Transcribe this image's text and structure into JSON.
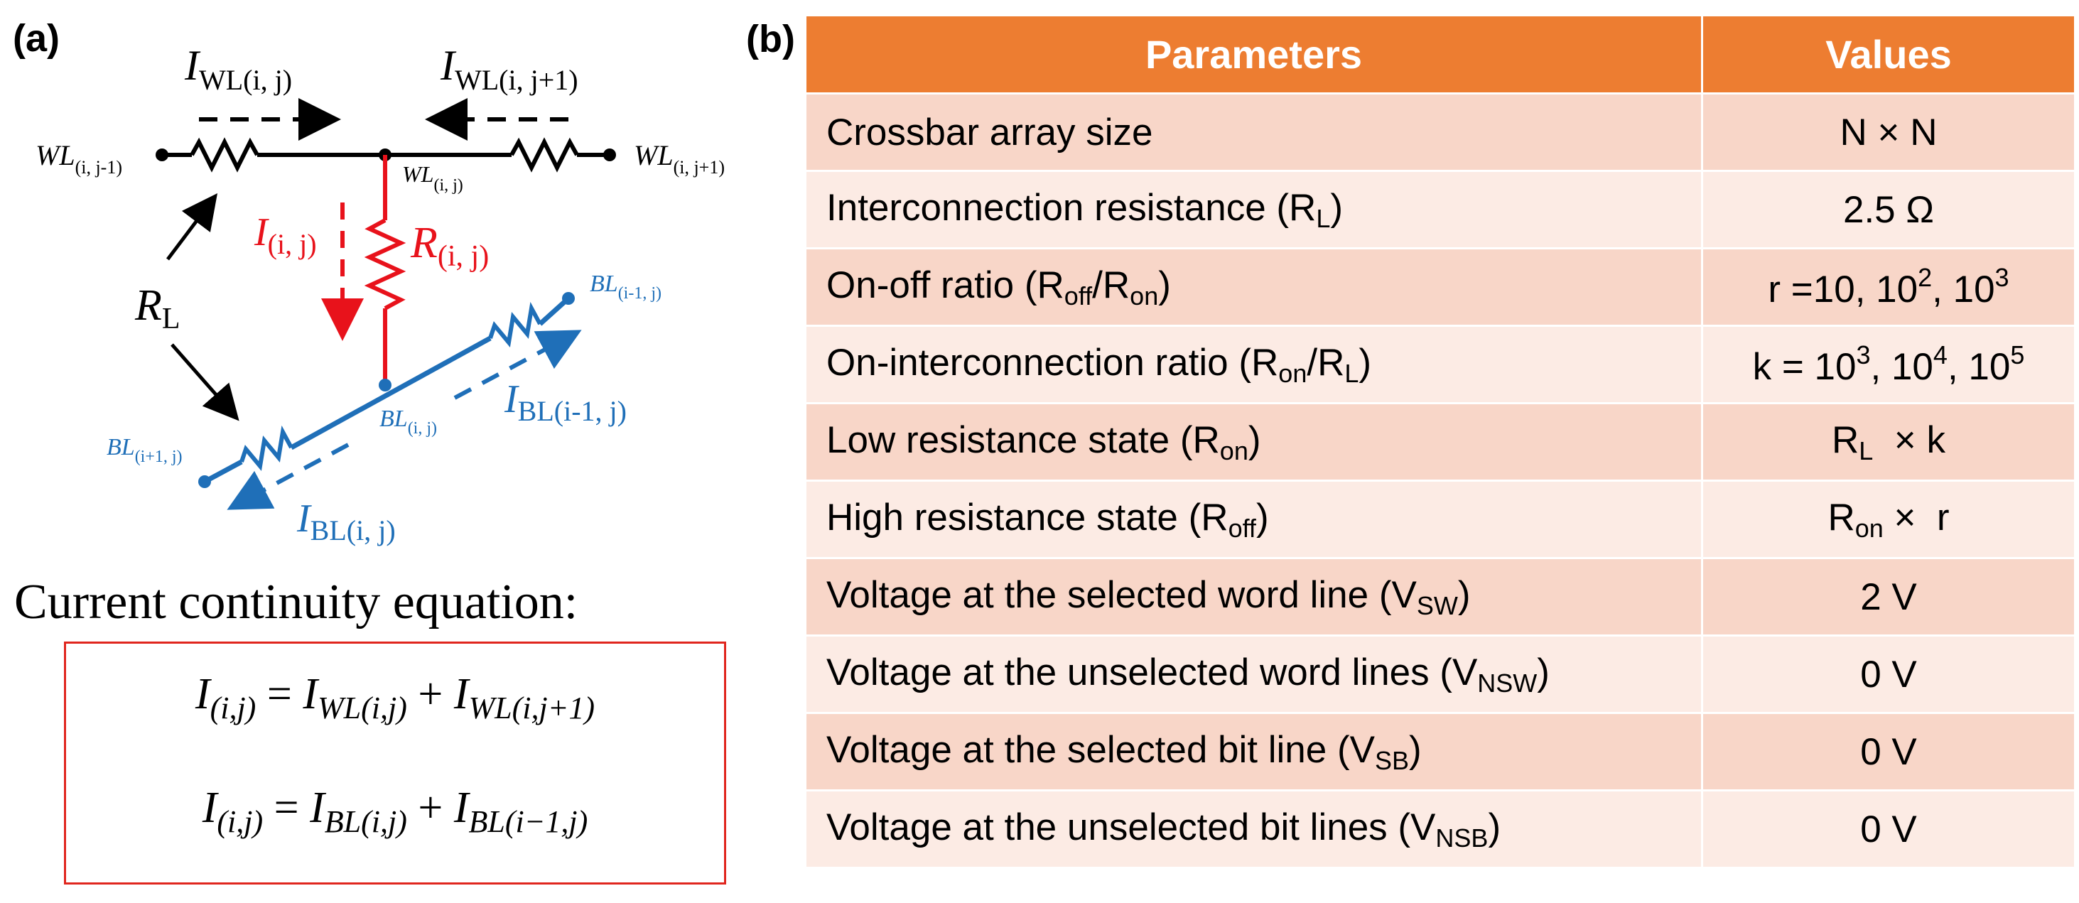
{
  "panel_a": {
    "label": "(a)",
    "labels": {
      "i_wl_ij": "I",
      "i_wl_ij_sub": "WL(i, j)",
      "i_wl_ij1": "I",
      "i_wl_ij1_sub": "WL(i, j+1)",
      "wl_left": "WL",
      "wl_left_sub": "(i, j-1)",
      "wl_right": "WL",
      "wl_right_sub": "(i, j+1)",
      "wl_node": "WL",
      "wl_node_sub": "(i, j)",
      "i_cell": "I",
      "i_cell_sub": "(i, j)",
      "r_cell": "R",
      "r_cell_sub": "(i, j)",
      "rl": "R",
      "rl_sub": "L",
      "bl_top": "BL",
      "bl_top_sub": "(i-1, j)",
      "bl_node": "BL",
      "bl_node_sub": "(i, j)",
      "bl_bottom": "BL",
      "bl_bottom_sub": "(i+1, j)",
      "i_bl_i1": "I",
      "i_bl_i1_sub": "BL(i-1, j)",
      "i_bl": "I",
      "i_bl_sub": "BL(i, j)"
    },
    "continuity_title": "Current continuity equation:",
    "equation_1": {
      "lhs": "I",
      "lhs_sub": "(i,j)",
      "eq": "=",
      "t1": "I",
      "t1_sub": "WL(i,j)",
      "plus": "+",
      "t2": "I",
      "t2_sub": "WL(i,j+1)"
    },
    "equation_2": {
      "lhs": "I",
      "lhs_sub": "(i,j)",
      "eq": "=",
      "t1": "I",
      "t1_sub": "BL(i,j)",
      "plus": "+",
      "t2": "I",
      "t2_sub": "BL(i−1,j)"
    },
    "colors": {
      "wordline": "#000000",
      "cell": "#e8121b",
      "bitline": "#1f6fb8",
      "box": "#e0261e"
    }
  },
  "panel_b": {
    "label": "(b)",
    "header": {
      "parameters": "Parameters",
      "values": "Values"
    },
    "rows": [
      {
        "p": "Crossbar array size",
        "v": "N × N"
      },
      {
        "p": "Interconnection resistance (R",
        "p_sub": "L",
        "p_end": ")",
        "v": "2.5 Ω"
      },
      {
        "p": "On-off ratio (R",
        "p_sub": "off",
        "p_mid": "/R",
        "p_sub2": "on",
        "p_end": ")",
        "v": "r =10, 10",
        "v_sup": "2",
        "v_mid": ", 10",
        "v_sup2": "3"
      },
      {
        "p": "On-interconnection ratio (R",
        "p_sub": "on",
        "p_mid": "/R",
        "p_sub2": "L",
        "p_end": ")",
        "v": "k = 10",
        "v_sup": "3",
        "v_mid": ", 10",
        "v_sup2": "4",
        "v_mid2": ", 10",
        "v_sup3": "5"
      },
      {
        "p": "Low resistance state (R",
        "p_sub": "on",
        "p_end": ")",
        "v": "R",
        "v_sub": "L",
        "v_end": "  × k"
      },
      {
        "p": "High resistance state (R",
        "p_sub": "off",
        "p_end": ")",
        "v": "R",
        "v_sub": "on",
        "v_end": " ×  r"
      },
      {
        "p": "Voltage at the selected word line (V",
        "p_sub": "SW",
        "p_end": ")",
        "v": "2 V"
      },
      {
        "p": "Voltage at the unselected word lines (V",
        "p_sub": "NSW",
        "p_end": ")",
        "v": "0 V"
      },
      {
        "p": "Voltage at the selected bit line (V",
        "p_sub": "SB",
        "p_end": ")",
        "v": "0 V"
      },
      {
        "p": "Voltage at the unselected bit lines (V",
        "p_sub": "NSB",
        "p_end": ")",
        "v": "0 V"
      }
    ],
    "colors": {
      "header_bg": "#ed7d31",
      "row_odd": "#f8d6c8",
      "row_even": "#fcebe4"
    }
  }
}
